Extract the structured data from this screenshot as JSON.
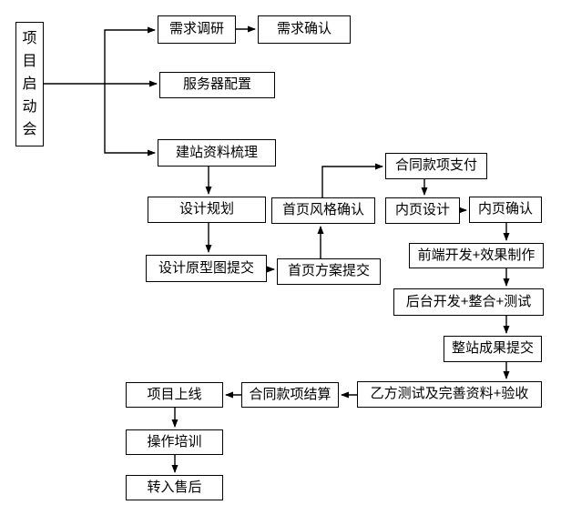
{
  "diagram": {
    "title": "website-project-flowchart",
    "background_color": "#ffffff",
    "box_fill_color": "#ffffff",
    "box_border_color": "#000000",
    "text_color": "#000000",
    "connector_color": "#000000",
    "nodes": [
      {
        "id": "kickoff",
        "label": "项目启动会",
        "orientation": "vertical"
      },
      {
        "id": "req-research",
        "label": "需求调研",
        "orientation": "horizontal"
      },
      {
        "id": "req-confirm",
        "label": "需求确认",
        "orientation": "horizontal"
      },
      {
        "id": "server-config",
        "label": "服务器配置",
        "orientation": "horizontal"
      },
      {
        "id": "site-materials",
        "label": "建站资料梳理",
        "orientation": "horizontal"
      },
      {
        "id": "design-plan",
        "label": "设计规划",
        "orientation": "horizontal"
      },
      {
        "id": "prototype-submit",
        "label": "设计原型图提交",
        "orientation": "horizontal"
      },
      {
        "id": "home-style-confirm",
        "label": "首页风格确认",
        "orientation": "horizontal"
      },
      {
        "id": "home-plan-submit",
        "label": "首页方案提交",
        "orientation": "horizontal"
      },
      {
        "id": "contract-pay",
        "label": "合同款项支付",
        "orientation": "horizontal"
      },
      {
        "id": "inner-design",
        "label": "内页设计",
        "orientation": "horizontal"
      },
      {
        "id": "inner-confirm",
        "label": "内页确认",
        "orientation": "horizontal"
      },
      {
        "id": "frontend-dev",
        "label": "前端开发+效果制作",
        "orientation": "horizontal"
      },
      {
        "id": "backend-dev",
        "label": "后台开发+整合+测试",
        "orientation": "horizontal"
      },
      {
        "id": "site-submit",
        "label": "整站成果提交",
        "orientation": "horizontal"
      },
      {
        "id": "b-test-accept",
        "label": "乙方测试及完善资料+验收",
        "orientation": "horizontal"
      },
      {
        "id": "contract-settle",
        "label": "合同款项结算",
        "orientation": "horizontal"
      },
      {
        "id": "launch",
        "label": "项目上线",
        "orientation": "horizontal"
      },
      {
        "id": "training",
        "label": "操作培训",
        "orientation": "horizontal"
      },
      {
        "id": "aftersales",
        "label": "转入售后",
        "orientation": "horizontal"
      }
    ],
    "edges": [
      {
        "from": "kickoff",
        "to": "req-research"
      },
      {
        "from": "kickoff",
        "to": "server-config"
      },
      {
        "from": "kickoff",
        "to": "site-materials"
      },
      {
        "from": "req-research",
        "to": "req-confirm"
      },
      {
        "from": "site-materials",
        "to": "design-plan"
      },
      {
        "from": "design-plan",
        "to": "prototype-submit"
      },
      {
        "from": "prototype-submit",
        "to": "home-plan-submit"
      },
      {
        "from": "home-plan-submit",
        "to": "home-style-confirm"
      },
      {
        "from": "home-style-confirm",
        "to": "contract-pay"
      },
      {
        "from": "contract-pay",
        "to": "inner-design"
      },
      {
        "from": "inner-design",
        "to": "inner-confirm"
      },
      {
        "from": "inner-confirm",
        "to": "frontend-dev"
      },
      {
        "from": "frontend-dev",
        "to": "backend-dev"
      },
      {
        "from": "backend-dev",
        "to": "site-submit"
      },
      {
        "from": "site-submit",
        "to": "b-test-accept"
      },
      {
        "from": "b-test-accept",
        "to": "contract-settle"
      },
      {
        "from": "contract-settle",
        "to": "launch"
      },
      {
        "from": "launch",
        "to": "training"
      },
      {
        "from": "training",
        "to": "aftersales"
      }
    ]
  }
}
